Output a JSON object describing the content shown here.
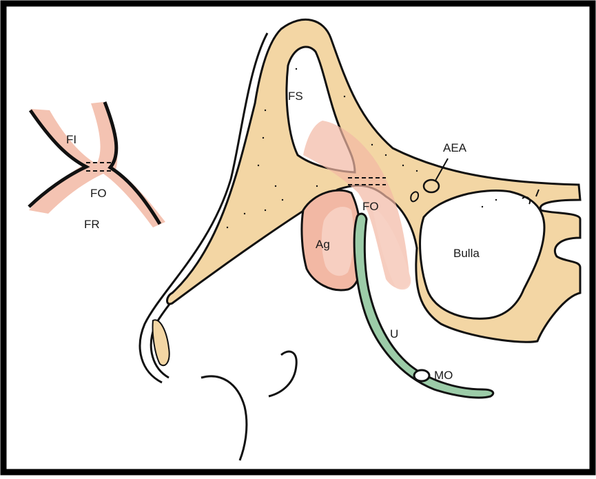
{
  "figure": {
    "labels": {
      "fi": "FI",
      "fo_inset": "FO",
      "fr": "FR",
      "fs": "FS",
      "aea": "AEA",
      "fo_main": "FO",
      "ag": "Ag",
      "bulla": "Bulla",
      "u": "U",
      "mo": "MO"
    },
    "colors": {
      "bone": "#f3d6a4",
      "mucosa": "#f2b8a4",
      "mucosa_light": "#f7d2c4",
      "uncinate": "#9ccca8",
      "outline": "#1a1a1a",
      "frame": "#000000"
    }
  }
}
